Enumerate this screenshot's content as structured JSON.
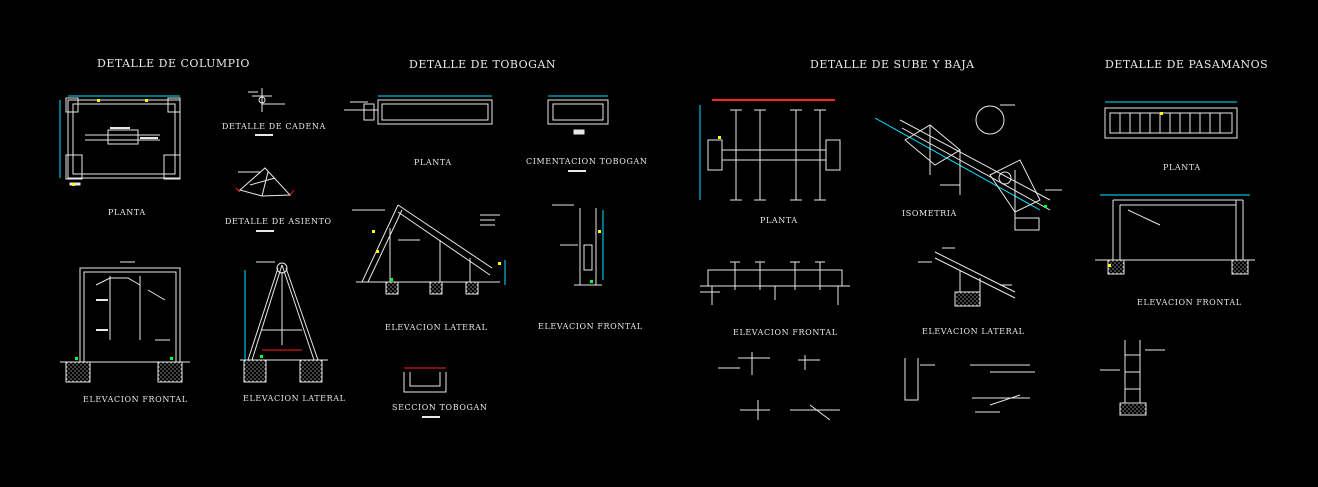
{
  "sections": {
    "columpio": {
      "title": "DETALLE DE COLUMPIO",
      "planta": "PLANTA",
      "cadena": "DETALLE DE CADENA",
      "asiento": "DETALLE DE ASIENTO",
      "elev_frontal": "ELEVACION FRONTAL",
      "elev_lateral": "ELEVACION LATERAL"
    },
    "tobogan": {
      "title": "DETALLE DE TOBOGAN",
      "planta": "PLANTA",
      "cimentacion": "CIMENTACION TOBOGAN",
      "elev_lateral": "ELEVACION LATERAL",
      "elev_frontal": "ELEVACION FRONTAL",
      "seccion": "SECCION TOBOGAN"
    },
    "subebaja": {
      "title": "DETALLE DE SUBE Y BAJA",
      "planta": "PLANTA",
      "isometria": "ISOMETRIA",
      "elev_frontal": "ELEVACION FRONTAL",
      "elev_lateral": "ELEVACION LATERAL"
    },
    "pasamanos": {
      "title": "DETALLE DE PASAMANOS",
      "planta": "PLANTA",
      "elev_frontal": "ELEVACION FRONTAL"
    }
  },
  "colors": {
    "background": "#000000",
    "line": "#e8e8e8",
    "dimension": "#00e5ff",
    "accent_red": "#ff2020",
    "marker_yellow": "#ffff00",
    "marker_green": "#00ff40"
  }
}
